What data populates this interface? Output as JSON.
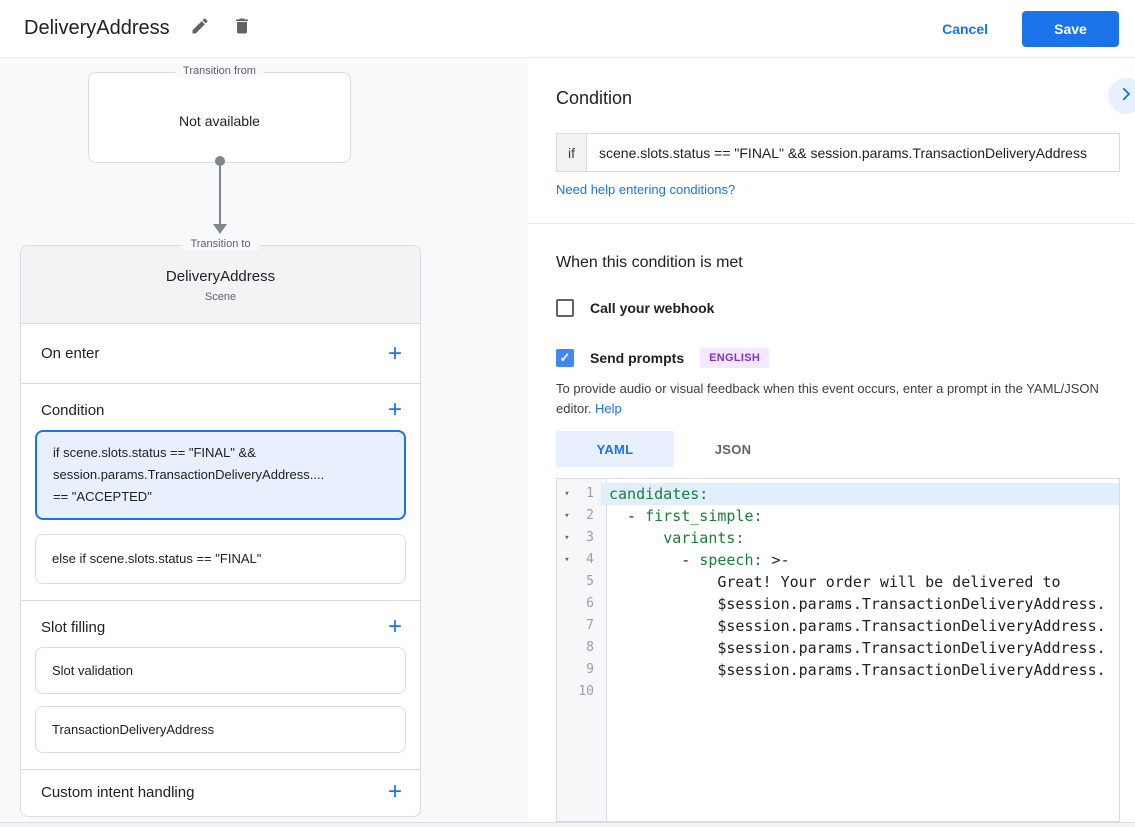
{
  "icons": {
    "plus": "+",
    "collapse": "▾",
    "check": "✓"
  },
  "colors": {
    "accent": "#1a73e8",
    "checkbox_checked": "#4285f4",
    "yaml_key": "#188038",
    "badge_bg": "#f3e8fd",
    "badge_text": "#8430ce",
    "selected_card_bg": "#e8f0fe"
  },
  "header": {
    "title": "DeliveryAddress",
    "cancel_label": "Cancel",
    "save_label": "Save"
  },
  "left": {
    "from_legend": "Transition from",
    "from_text": "Not available",
    "to_legend": "Transition to",
    "to_title": "DeliveryAddress",
    "to_subtitle": "Scene",
    "on_enter_label": "On enter",
    "condition_label": "Condition",
    "condition_cards": [
      {
        "line1": "if scene.slots.status == \"FINAL\" &&",
        "line2": "session.params.TransactionDeliveryAddress....",
        "line3": "== \"ACCEPTED\""
      },
      {
        "line1": "else if scene.slots.status == \"FINAL\""
      }
    ],
    "slot_filling_label": "Slot filling",
    "slot_cards": [
      "Slot validation",
      "TransactionDeliveryAddress"
    ],
    "custom_intent_label": "Custom intent handling"
  },
  "right": {
    "condition_heading": "Condition",
    "if_label": "if",
    "if_value": "scene.slots.status == \"FINAL\" && session.params.TransactionDeliveryAddress",
    "need_help_link": "Need help entering conditions?",
    "when_heading": "When this condition is met",
    "webhook_label": "Call your webhook",
    "webhook_checked": false,
    "send_prompts_label": "Send prompts",
    "send_prompts_checked": true,
    "language_badge": "ENGLISH",
    "hint_text": "To provide audio or visual feedback when this event occurs, enter a prompt in the YAML/JSON editor. ",
    "help_link": "Help",
    "tabs": {
      "yaml": "YAML",
      "json": "JSON",
      "active": "YAML"
    },
    "editor": {
      "selected_line": 1,
      "lines": [
        {
          "n": "1",
          "arrow": true,
          "pre": "",
          "key": "candidates:",
          "rest": ""
        },
        {
          "n": "2",
          "arrow": true,
          "pre": "  - ",
          "key": "first_simple:",
          "rest": ""
        },
        {
          "n": "3",
          "arrow": true,
          "pre": "      ",
          "key": "variants:",
          "rest": ""
        },
        {
          "n": "4",
          "arrow": true,
          "pre": "        - ",
          "key": "speech:",
          "rest": " >-"
        },
        {
          "n": "5",
          "arrow": false,
          "pre": "            ",
          "key": "",
          "rest": "Great! Your order will be delivered to"
        },
        {
          "n": "6",
          "arrow": false,
          "pre": "            ",
          "key": "",
          "rest": "$session.params.TransactionDeliveryAddress."
        },
        {
          "n": "7",
          "arrow": false,
          "pre": "            ",
          "key": "",
          "rest": "$session.params.TransactionDeliveryAddress."
        },
        {
          "n": "8",
          "arrow": false,
          "pre": "            ",
          "key": "",
          "rest": "$session.params.TransactionDeliveryAddress."
        },
        {
          "n": "9",
          "arrow": false,
          "pre": "            ",
          "key": "",
          "rest": "$session.params.TransactionDeliveryAddress."
        },
        {
          "n": "10",
          "arrow": false,
          "pre": "",
          "key": "",
          "rest": ""
        }
      ]
    }
  }
}
